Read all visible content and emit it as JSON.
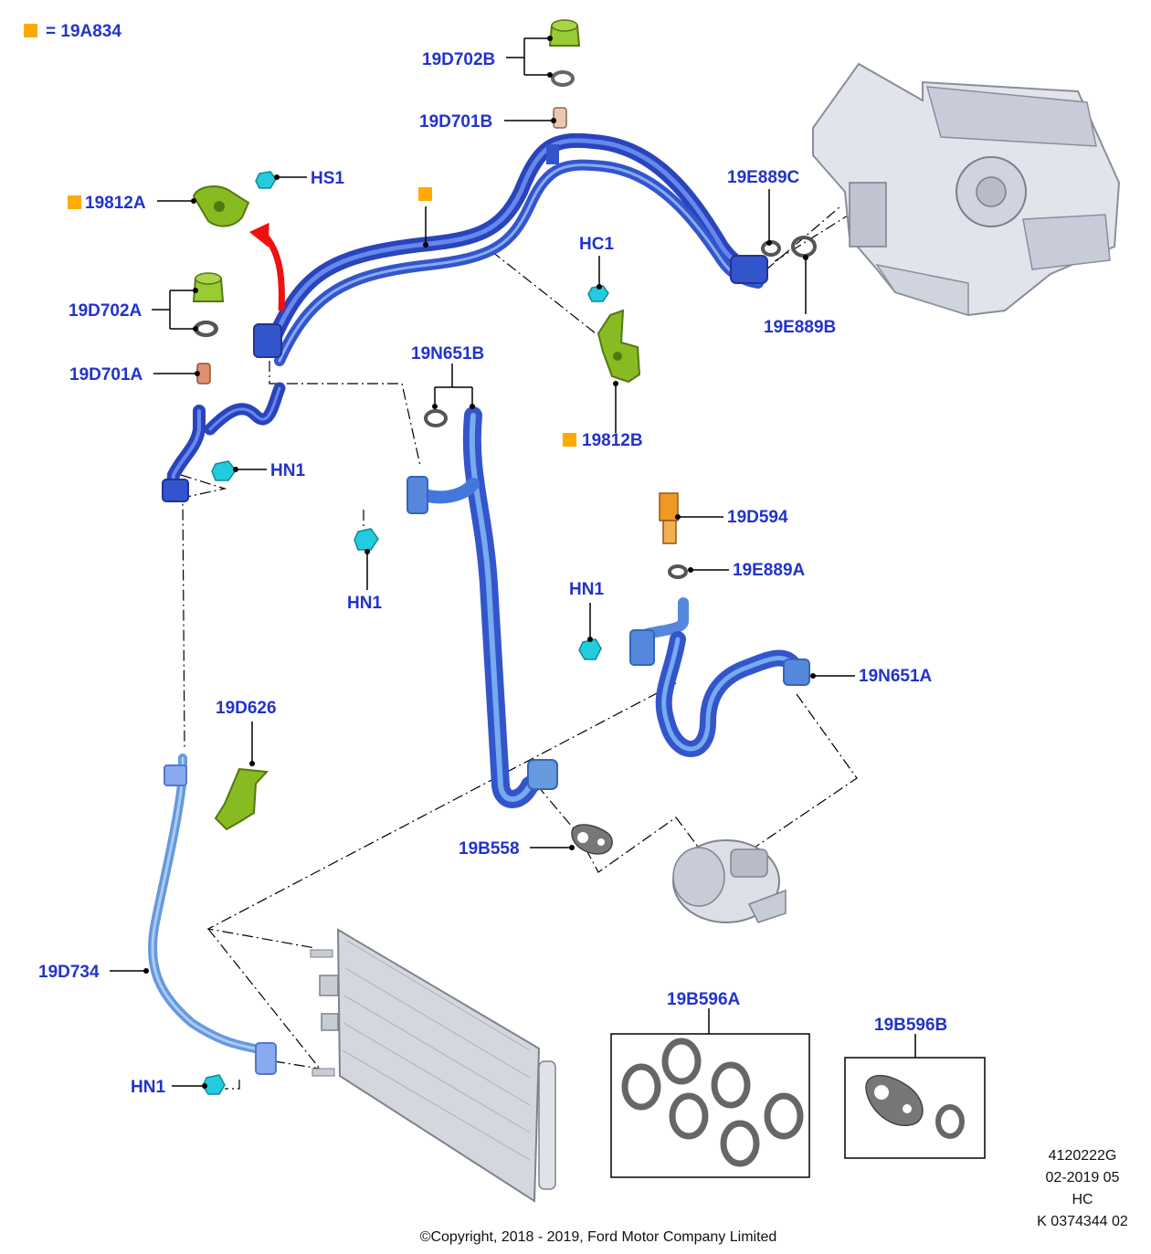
{
  "legend": {
    "marker_color": "#ffaa00",
    "text": "= 19A834"
  },
  "colors": {
    "label": "#2233cc",
    "pipe": "#3355cc",
    "pipe_light": "#6699dd",
    "bracket": "#88bb22",
    "nut": "#22ccdd",
    "valve": "#dd8866",
    "sensor": "#ee9922",
    "arrow": "#ee1111"
  },
  "labels": {
    "p19D702B": "19D702B",
    "p19D701B": "19D701B",
    "pHS1": "HS1",
    "p19812A": "19812A",
    "p19E889C": "19E889C",
    "p19E889B": "19E889B",
    "pHC1": "HC1",
    "p19D702A": "19D702A",
    "p19D701A": "19D701A",
    "p19N651B": "19N651B",
    "p19812B": "19812B",
    "pHN1_a": "HN1",
    "pHN1_b": "HN1",
    "pHN1_c": "HN1",
    "pHN1_d": "HN1",
    "p19D594": "19D594",
    "p19E889A": "19E889A",
    "p19N651A": "19N651A",
    "p19D626": "19D626",
    "p19B558": "19B558",
    "p19D734": "19D734",
    "p19B596A": "19B596A",
    "p19B596B": "19B596B"
  },
  "meta": {
    "line1": "4120222G",
    "line2": "02-2019 05",
    "line3": "HC",
    "line4": "K 0374344 02"
  },
  "copyright": "©Copyright, 2018 - 2019, Ford Motor Company Limited"
}
